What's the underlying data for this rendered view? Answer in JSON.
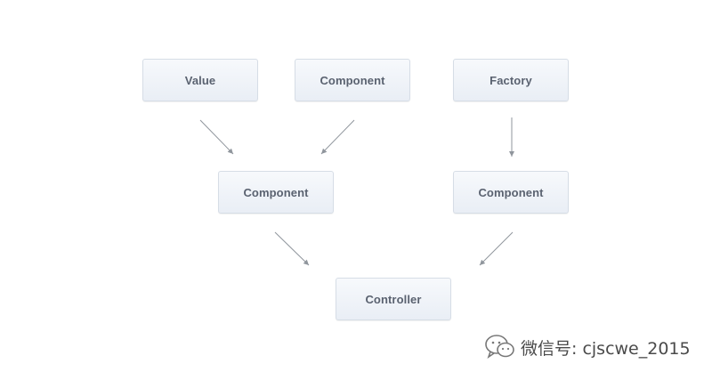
{
  "diagram": {
    "nodes": {
      "value": "Value",
      "component_top": "Component",
      "factory": "Factory",
      "component_mid_left": "Component",
      "component_mid_right": "Component",
      "controller": "Controller"
    }
  },
  "watermark": {
    "text": "微信号: cjscwe_2015",
    "icon": "wechat-icon"
  },
  "colors": {
    "node_text": "#5a6270",
    "node_border": "#d6dde6",
    "arrow": "#8f959c"
  }
}
